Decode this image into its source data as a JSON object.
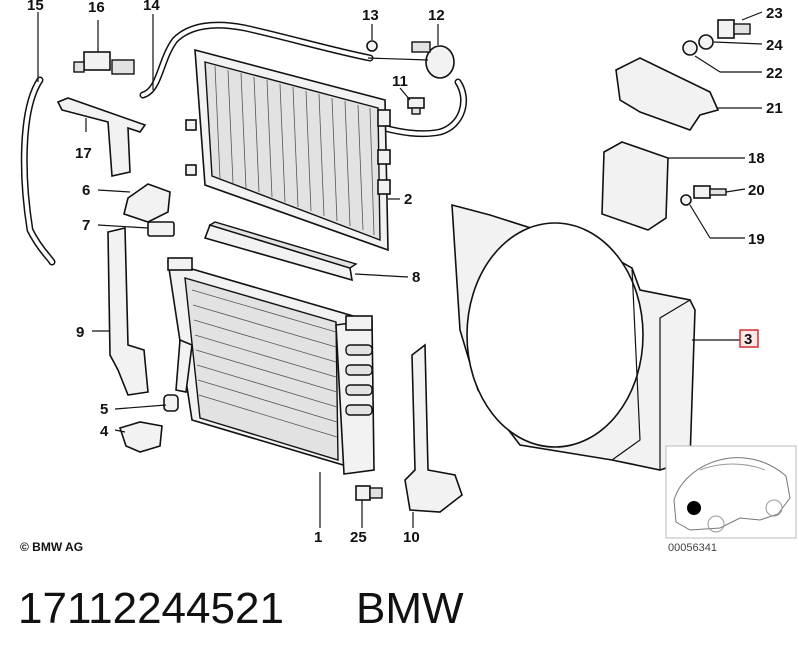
{
  "callouts": [
    {
      "id": "c1",
      "label": "1"
    },
    {
      "id": "c2",
      "label": "2"
    },
    {
      "id": "c3",
      "label": "3",
      "highlighted": true
    },
    {
      "id": "c4",
      "label": "4"
    },
    {
      "id": "c5",
      "label": "5"
    },
    {
      "id": "c6",
      "label": "6"
    },
    {
      "id": "c7",
      "label": "7"
    },
    {
      "id": "c8",
      "label": "8"
    },
    {
      "id": "c9",
      "label": "9"
    },
    {
      "id": "c10",
      "label": "10"
    },
    {
      "id": "c11",
      "label": "11"
    },
    {
      "id": "c12",
      "label": "12"
    },
    {
      "id": "c13",
      "label": "13"
    },
    {
      "id": "c14",
      "label": "14"
    },
    {
      "id": "c15",
      "label": "15"
    },
    {
      "id": "c16",
      "label": "16"
    },
    {
      "id": "c17",
      "label": "17"
    },
    {
      "id": "c18",
      "label": "18"
    },
    {
      "id": "c19",
      "label": "19"
    },
    {
      "id": "c20",
      "label": "20"
    },
    {
      "id": "c21",
      "label": "21"
    },
    {
      "id": "c22",
      "label": "22"
    },
    {
      "id": "c23",
      "label": "23"
    },
    {
      "id": "c24",
      "label": "24"
    },
    {
      "id": "c25",
      "label": "25"
    }
  ],
  "highlight_color": "#d32f2f",
  "copyright": "© BMW AG",
  "diagram_id": "00056341",
  "footer": {
    "part_number": "17112244521",
    "brand": "BMW"
  }
}
